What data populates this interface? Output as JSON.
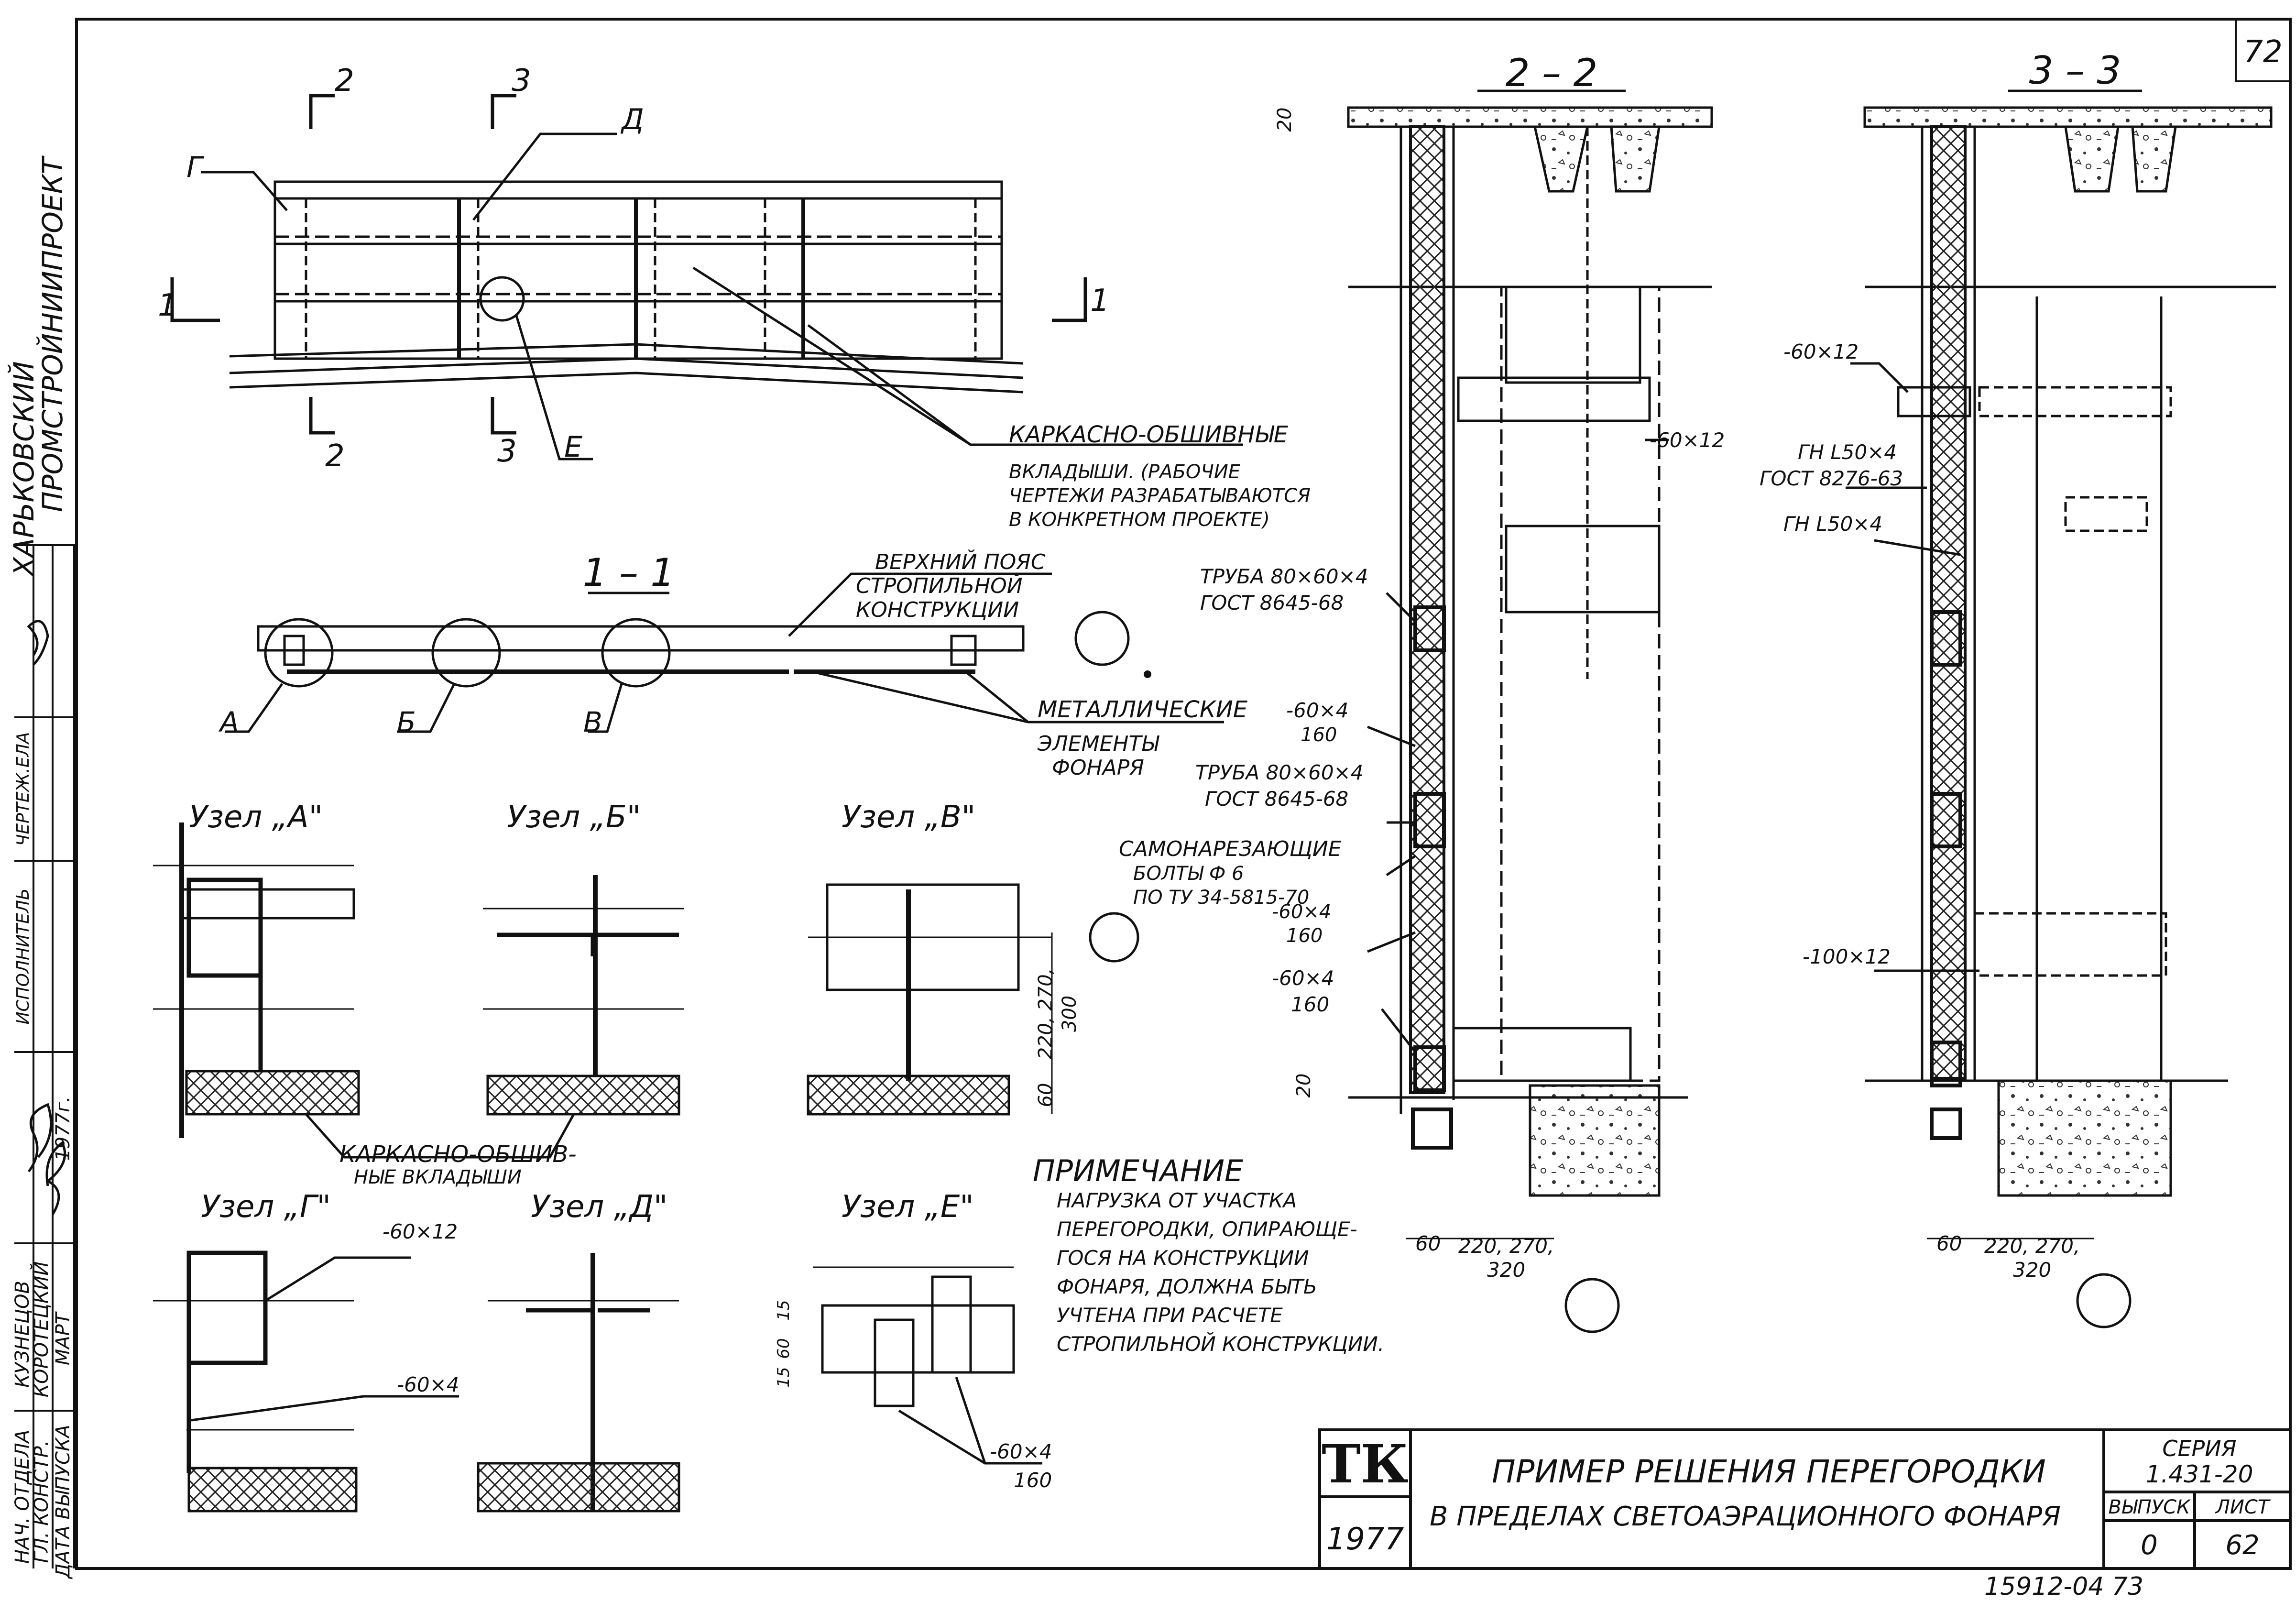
{
  "sheet_corner": "72",
  "margin": {
    "org_a": "ХАРЬКОВСКИЙ",
    "org_b": "ПРОМСТРОЙНИИПРОЕКТ",
    "roles": [
      "НАЧ. ОТДЕЛА",
      "ГЛ. КОНСТР.",
      "ДАТА ВЫПУСКА"
    ],
    "names": [
      "КУЗНЕЦОВ",
      "КОРОТЕЦКИЙ",
      "МАРТ"
    ],
    "year": "1977г.",
    "top_labels": [
      "ИСПОЛНИТЕЛЬ",
      "ЧЕРТЕЖ.ЕЛА"
    ]
  },
  "plan": {
    "section_2a": "2",
    "section_3a": "3",
    "section_2b": "2",
    "section_3b": "3",
    "section_1a": "1",
    "section_1b": "1",
    "label_g": "Г",
    "label_d": "Д",
    "label_e": "Е",
    "note1": "КАРКАСНО-ОБШИВНЫЕ",
    "note2": "ВКЛАДЫШИ. (РАБОЧИЕ",
    "note3": "ЧЕРТЕЖИ РАЗРАБАТЫВАЮТСЯ",
    "note4": "В КОНКРЕТНОМ ПРОЕКТЕ)"
  },
  "section11": {
    "title": "1 – 1",
    "top_note1": "ВЕРХНИЙ ПОЯС",
    "top_note2": "СТРОПИЛЬНОЙ",
    "top_note3": "КОНСТРУКЦИИ",
    "label_a": "А",
    "label_b": "Б",
    "label_v": "В",
    "met1": "МЕТАЛЛИЧЕСКИЕ",
    "met2": "ЭЛЕМЕНТЫ",
    "met3": "ФОНАРЯ"
  },
  "nodes": {
    "a_title": "Узел „А\"",
    "b_title": "Узел „Б\"",
    "v_title": "Узел „В\"",
    "g_title": "Узел „Г\"",
    "d_title": "Узел „Д\"",
    "e_title": "Узел „Е\"",
    "infill1": "КАРКАСНО-ОБШИВ-",
    "infill2": "НЫЕ ВКЛАДЫШИ",
    "v_dim1": "220, 270,",
    "v_dim2": "300",
    "v_dim60": "60",
    "g_plate": "-60×12",
    "g_plate2": "-60×4",
    "e_plate": "-60×4",
    "e_plate2": "160",
    "e_dim15a": "15",
    "e_dim60": "60",
    "e_dim15b": "15"
  },
  "note": {
    "title": "ПРИМЕЧАНИЕ",
    "lines": [
      "НАГРУЗКА ОТ УЧАСТКА",
      "ПЕРЕГОРОДКИ, ОПИРАЮЩЕ-",
      "ГОСЯ НА КОНСТРУКЦИИ",
      "ФОНАРЯ, ДОЛЖНА БЫТЬ",
      "УЧТЕНА ПРИ РАСЧЕТЕ",
      "СТРОПИЛЬНОЙ КОНСТРУКЦИИ."
    ]
  },
  "section22": {
    "title": "2 – 2",
    "dim20a": "20",
    "dim20b": "20",
    "plate_top": "-60×12",
    "tube1a": "ТРУБА 80×60×4",
    "tube1b": "ГОСТ 8645-68",
    "plate1a": "-60×4",
    "plate1b": "160",
    "tube2a": "ТРУБА 80×60×4",
    "tube2b": "ГОСТ 8645-68",
    "bolt1": "САМОНАРЕЗАЮЩИЕ",
    "bolt2": "БОЛТЫ Ф 6",
    "bolt3": "ПО ТУ 34-5815-70",
    "plate2a": "-60×4",
    "plate2b": "160",
    "plate3a": "-60×4",
    "plate3b": "160",
    "dim60": "60",
    "dimw1": "220, 270,",
    "dimw2": "320"
  },
  "section33": {
    "title": "3 – 3",
    "plate_top": "-60×12",
    "angle1a": "ГН L50×4",
    "angle1b": "ГОСТ 8276-63",
    "angle2": "ГН L50×4",
    "plate_low": "-100×12",
    "dim60": "60",
    "dimw1": "220, 270,",
    "dimw2": "320"
  },
  "title_block": {
    "tk": "ТК",
    "year": "1977",
    "title1": "ПРИМЕР РЕШЕНИЯ ПЕРЕГОРОДКИ",
    "title2": "В ПРЕДЕЛАХ СВЕТОАЭРАЦИОННОГО ФОНАРЯ",
    "series_label": "СЕРИЯ",
    "series": "1.431-20",
    "issue_label": "ВЫПУСК",
    "sheet_label": "ЛИСТ",
    "issue": "0",
    "sheet": "62"
  },
  "footer_stamp": "15912-04   73"
}
